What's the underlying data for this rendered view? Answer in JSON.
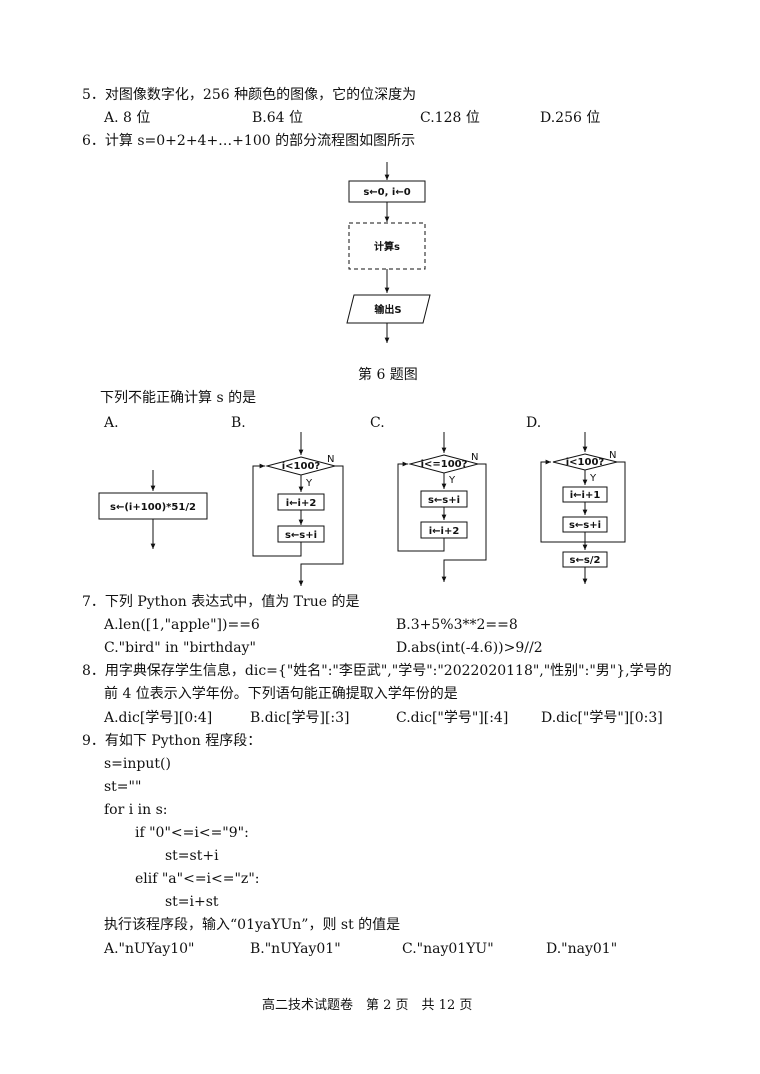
{
  "q5": {
    "stem": "5．对图像数字化，256 种颜色的图像，它的位深度为",
    "options": [
      "A. 8 位",
      "B.64 位",
      "C.128 位",
      "D.256 位"
    ]
  },
  "q6": {
    "stem": "6．计算 s=0+2+4+…+100 的部分流程图如图所示",
    "main_flow": {
      "init": "s←0, i←0",
      "compute": "计算s",
      "output": "输出S"
    },
    "figure_caption": "第 6 题图",
    "prompt": "下列不能正确计算 s 的是",
    "option_labels": [
      "A.",
      "B.",
      "C.",
      "D."
    ],
    "optA": {
      "box": "s←(i+100)*51/2"
    },
    "optB": {
      "cond": "i<100?",
      "yes": "Y",
      "no": "N",
      "s1": "i←i+2",
      "s2": "s←s+i"
    },
    "optC": {
      "cond": "i<=100?",
      "yes": "Y",
      "no": "N",
      "s1": "s←s+i",
      "s2": "i←i+2"
    },
    "optD": {
      "cond": "i<100?",
      "yes": "Y",
      "no": "N",
      "s1": "i←i+1",
      "s2": "s←s+i",
      "s3": "s←s/2"
    }
  },
  "q7": {
    "stem": "7．下列 Python 表达式中，值为 True 的是",
    "options": [
      "A.len([1,\"apple\"])==6",
      "B.3+5%3**2==8",
      "C.\"bird\" in \"birthday\"",
      "D.abs(int(-4.6))>9//2"
    ]
  },
  "q8": {
    "stem_line1": "8．用字典保存学生信息，dic={\"姓名\":\"李臣武\",\"学号\":\"2022020118\",\"性别\":\"男\"},学号的",
    "stem_line2": "前 4 位表示入学年份。下列语句能正确提取入学年份的是",
    "options": [
      "A.dic[学号][0:4]",
      "B.dic[学号][:3]",
      "C.dic[\"学号\"][:4]",
      "D.dic[\"学号\"][0:3]"
    ]
  },
  "q9": {
    "stem": "9．有如下 Python 程序段：",
    "code": [
      "s=input()",
      "st=\"\"",
      "for i in s:",
      "if \"0\"<=i<=\"9\":",
      "st=st+i",
      "elif \"a\"<=i<=\"z\":",
      "st=i+st"
    ],
    "question": "执行该程序段，输入“01yaYUn”，则 st 的值是",
    "options": [
      "A.\"nUYay10\"",
      "B.\"nUYay01\"",
      "C.\"nay01YU\"",
      "D.\"nay01\""
    ]
  },
  "footer": "高二技术试题卷　第 2 页　共 12 页"
}
